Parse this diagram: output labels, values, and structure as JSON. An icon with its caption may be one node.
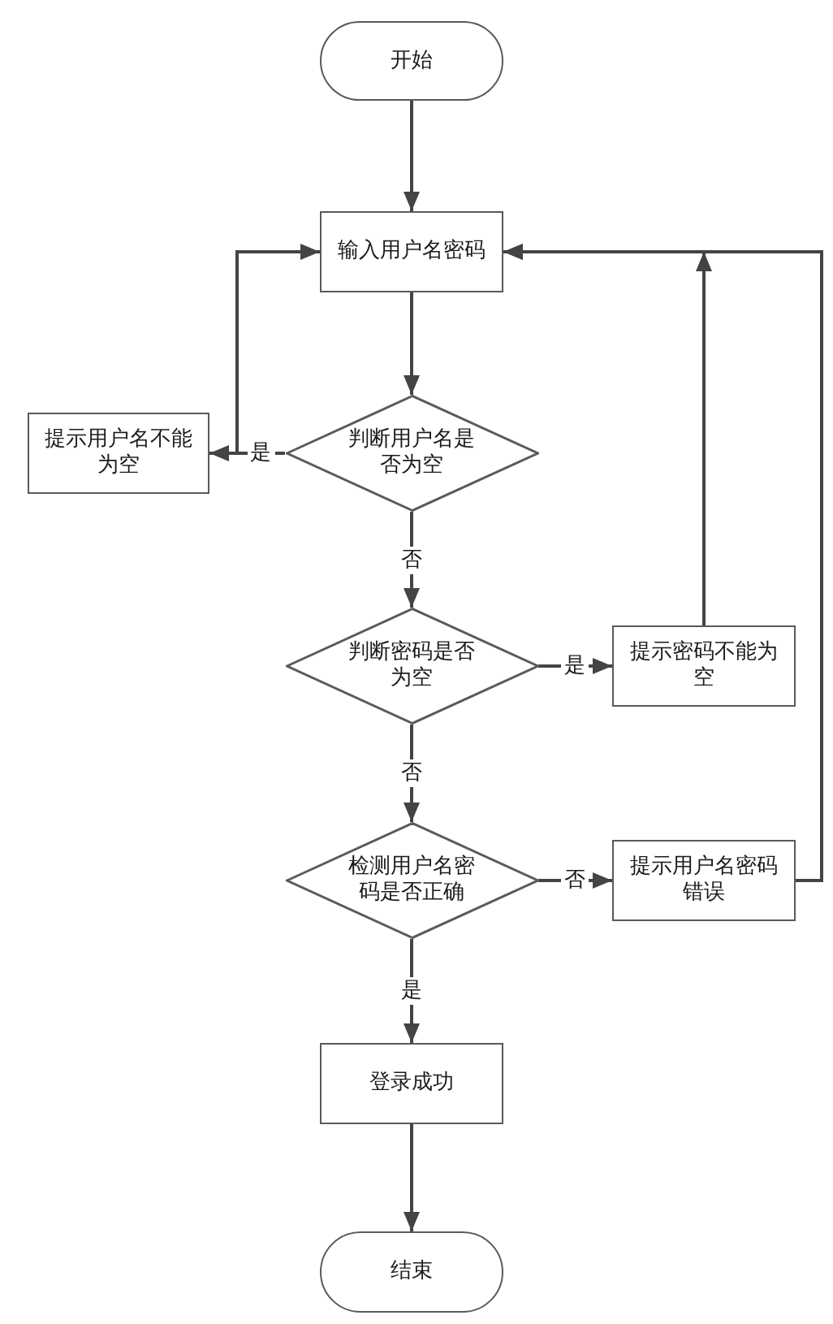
{
  "diagram": {
    "nodes": [
      {
        "text": [
          "开始"
        ]
      },
      {
        "text": [
          "输入用户名密码"
        ]
      },
      {
        "text": [
          "判断用户名是否为空"
        ]
      },
      {
        "text": [
          "提示用户名不能为空"
        ]
      },
      {
        "text": [
          "判断密码是否为空"
        ]
      },
      {
        "text": [
          "提示密码不能为空"
        ]
      },
      {
        "text": [
          "检测用户名密码是否正确"
        ]
      },
      {
        "text": [
          "提示用户名密码错误"
        ]
      },
      {
        "text": [
          "登录成功"
        ]
      },
      {
        "text": [
          "结束"
        ]
      }
    ],
    "edges": [
      {
        "from": 0,
        "to": 1,
        "arrow": "to"
      },
      {
        "from": 1,
        "to": 2,
        "arrow": "to"
      },
      {
        "from": 2,
        "to": 3,
        "arrow": "to",
        "label": "是"
      },
      {
        "from": 3,
        "to": 1,
        "arrow": "to"
      },
      {
        "from": 2,
        "to": 4,
        "arrow": "to",
        "label": "否"
      },
      {
        "from": 4,
        "to": 5,
        "arrow": "to",
        "label": "是"
      },
      {
        "from": 5,
        "to": 1,
        "arrow": "to"
      },
      {
        "from": 4,
        "to": 6,
        "arrow": "to",
        "label": "否"
      },
      {
        "from": 6,
        "to": 7,
        "arrow": "to",
        "label": "否"
      },
      {
        "from": 7,
        "to": 1,
        "arrow": "to"
      },
      {
        "from": 6,
        "to": 8,
        "arrow": "to",
        "label": "是"
      },
      {
        "from": 8,
        "to": 9,
        "arrow": "to"
      }
    ]
  }
}
